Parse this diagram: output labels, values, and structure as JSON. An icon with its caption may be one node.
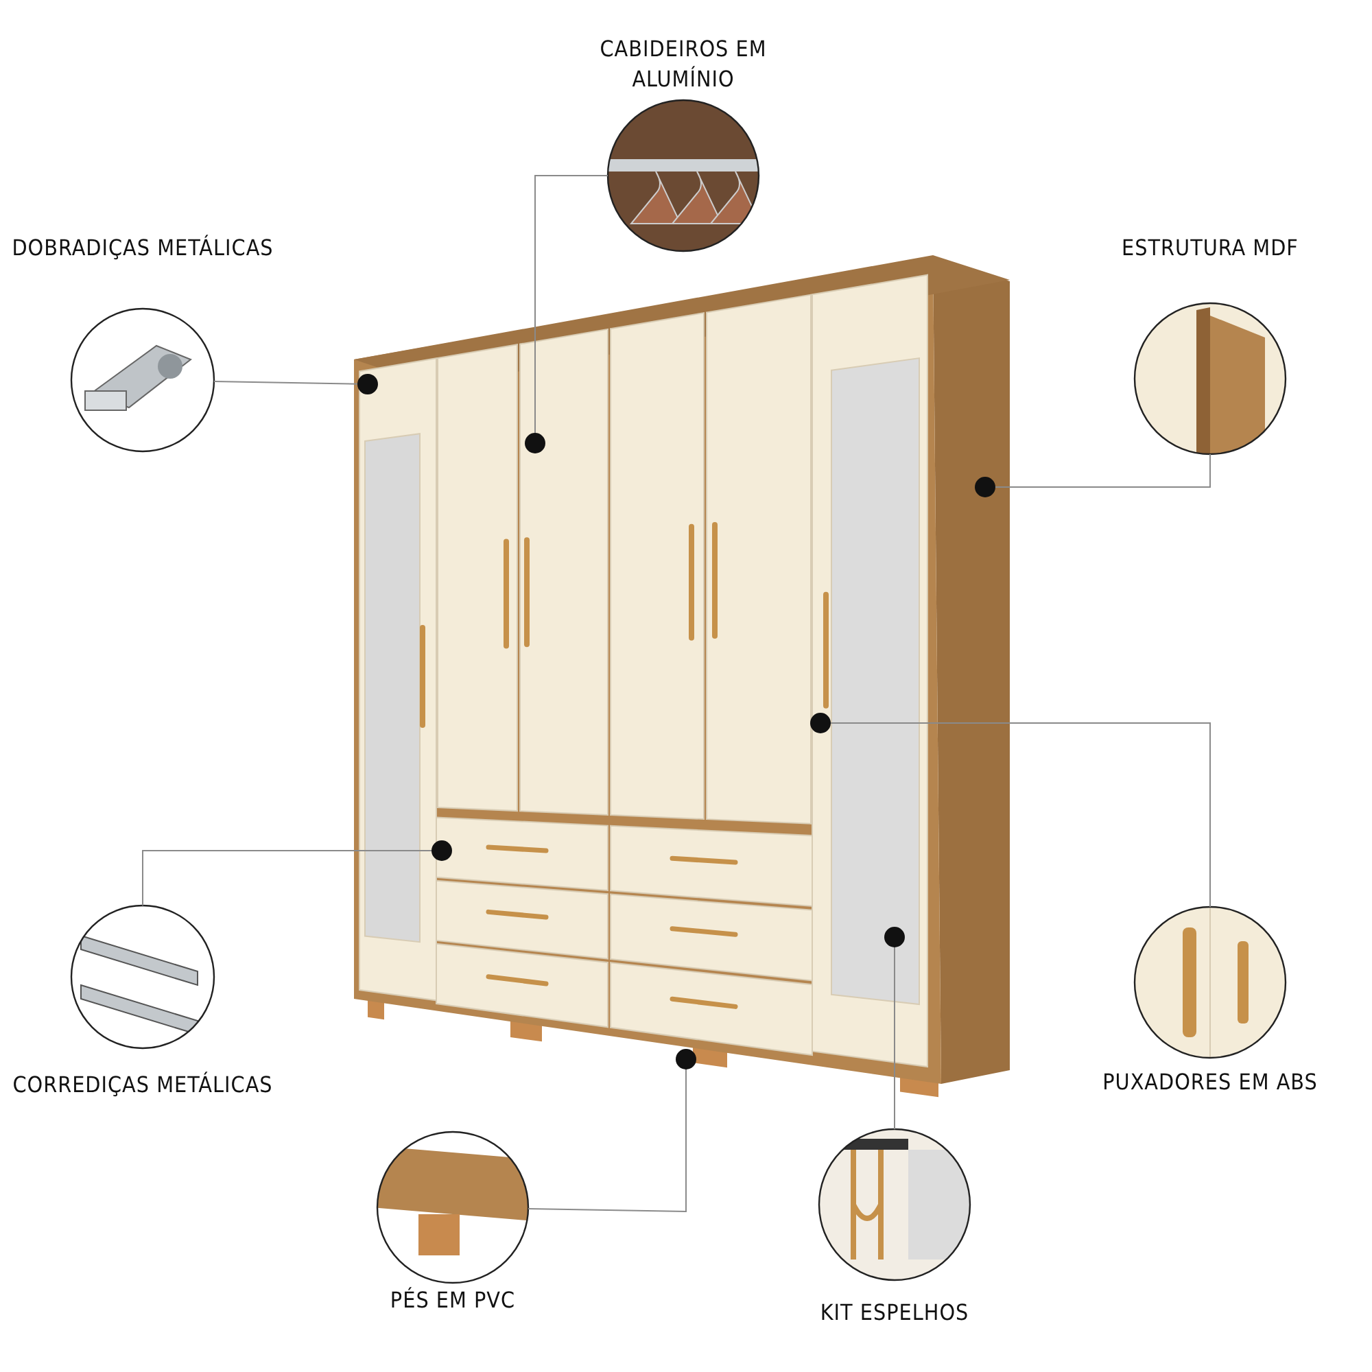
{
  "diagram": {
    "nodes": [
      {
        "text": [
          "CABIDEIROS EM ALUMÍNIO"
        ]
      },
      {
        "text": [
          "DOBRADIÇAS METÁLICAS"
        ]
      },
      {
        "text": [
          "ESTRUTURA MDF"
        ]
      },
      {
        "text": [
          "CORREDIÇAS METÁLICAS"
        ]
      },
      {
        "text": [
          "PUXADORES EM ABS"
        ]
      },
      {
        "text": [
          "PÉS EM PVC"
        ]
      },
      {
        "text": [
          "KIT ESPELHOS"
        ]
      }
    ],
    "edges": [
      {
        "from": 0,
        "to": null,
        "arrow": "other"
      },
      {
        "from": 1,
        "to": null,
        "arrow": "other"
      },
      {
        "from": 2,
        "to": null,
        "arrow": "other"
      },
      {
        "from": 3,
        "to": null,
        "arrow": "other"
      },
      {
        "from": 4,
        "to": null,
        "arrow": "other"
      },
      {
        "from": 5,
        "to": null,
        "arrow": "other"
      },
      {
        "from": 6,
        "to": null,
        "arrow": "other"
      }
    ]
  }
}
